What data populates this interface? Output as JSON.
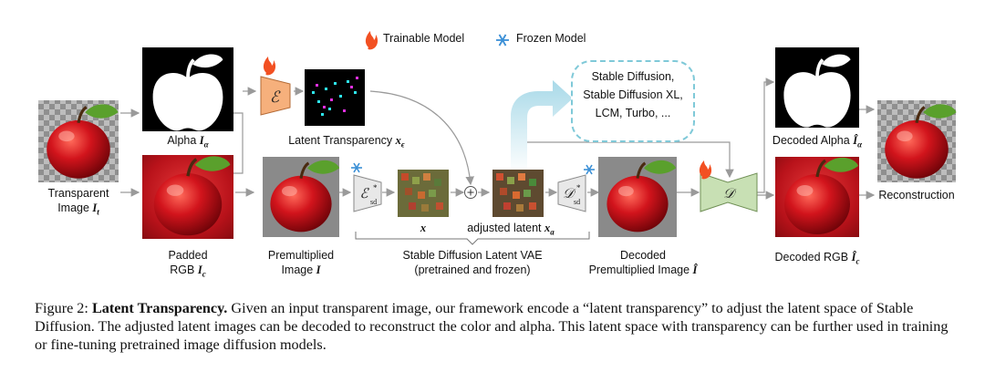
{
  "legend": {
    "trainable": "Trainable Model",
    "frozen": "Frozen Model"
  },
  "nodes": {
    "transparent_image": {
      "line1": "Transparent",
      "line2": "Image",
      "symbol": "I",
      "sub": "t"
    },
    "alpha": {
      "text": "Alpha",
      "symbol": "I",
      "sub": "α"
    },
    "padded_rgb": {
      "line1": "Padded",
      "line2": "RGB",
      "symbol": "I",
      "sub": "c"
    },
    "premultiplied": {
      "line1": "Premultiplied",
      "line2": "Image",
      "symbol": "I"
    },
    "latent_transparency": {
      "text": "Latent Transparency",
      "symbol": "x",
      "sub": "ϵ"
    },
    "x_latent": {
      "symbol": "x"
    },
    "adjusted_latent": {
      "text": "adjusted latent",
      "symbol": "x",
      "sub": "a"
    },
    "vae_brace": {
      "line1": "Stable Diffusion Latent VAE",
      "line2": "(pretrained and frozen)"
    },
    "decoded_premultiplied": {
      "line1": "Decoded",
      "line2": "Premultiplied Image",
      "symbol": "Î"
    },
    "decoded_alpha": {
      "text": "Decoded Alpha",
      "symbol": "Î",
      "sub": "α"
    },
    "decoded_rgb": {
      "text": "Decoded RGB",
      "symbol": "Î",
      "sub": "c"
    },
    "reconstruction": {
      "text": "Reconstruction"
    }
  },
  "models": {
    "encoder": {
      "symbol": "ℰ"
    },
    "sd_encoder": {
      "symbol": "ℰ",
      "sup": "*",
      "sub": "sd"
    },
    "sd_decoder": {
      "symbol": "𝒟",
      "sup": "*",
      "sub": "sd"
    },
    "decoder": {
      "symbol": "𝒟"
    }
  },
  "bubble": {
    "lines": [
      "Stable Diffusion,",
      "Stable Diffusion XL,",
      "LCM, Turbo, ..."
    ]
  },
  "colors": {
    "trainable_fill": "#f6b07c",
    "frozen_fill": "#e8e8e8",
    "decoder_fill": "#c8e0b4",
    "bubble_border": "#7fc9d8",
    "arrow_up": "#bfe3ee",
    "apple_red": "#c8141a"
  },
  "icons": {
    "trainable": "flame-icon",
    "frozen": "snowflake-icon",
    "sum": "plus-circle-icon"
  },
  "caption": {
    "prefix": "Figure 2: ",
    "title": "Latent Transparency.",
    "body": " Given an input transparent image, our framework encode a “latent transparency” to adjust the latent space of Stable Diffusion. The adjusted latent images can be decoded to reconstruct the color and alpha. This latent space with transparency can be further used in training or fine-tuning pretrained image diffusion models."
  }
}
